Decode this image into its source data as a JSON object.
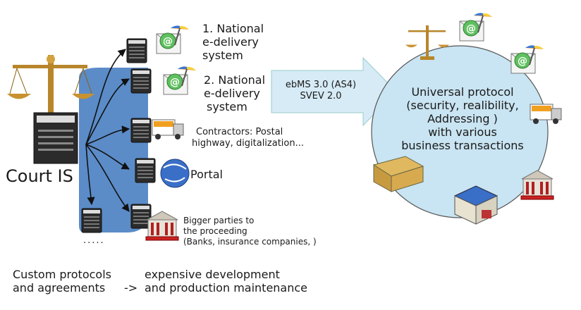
{
  "court": {
    "label": "Court IS"
  },
  "endpoints": {
    "national1": [
      "1. National",
      "e-delivery",
      "system"
    ],
    "national2": [
      "2. National",
      "e-delivery",
      "system"
    ],
    "contractors": [
      "Contractors: Postal",
      "highway, digitalization..."
    ],
    "portal": "Portal",
    "bigger_parties": [
      "Bigger parties to",
      "the proceeding",
      "(Banks, insurance companies, )"
    ],
    "ellipsis": "....."
  },
  "arrow": {
    "lines": [
      "ebMS 3.0 (AS4)",
      "SVEV 2.0"
    ]
  },
  "universal": {
    "lines": [
      "Universal protocol",
      "(security, realibility,",
      "Addressing )",
      "with various",
      "business transactions"
    ]
  },
  "footer": {
    "left": [
      "Custom protocols",
      "and agreements"
    ],
    "arrow": "->",
    "right": [
      "expensive development",
      "and production maintenance"
    ]
  },
  "colors": {
    "bus": "#5b8cc8",
    "circle": "#c9e4f2",
    "arrow": "#d6ebf5"
  },
  "icons": [
    "scales-icon",
    "server-icon",
    "email-icon",
    "truck-icon",
    "globe-icon",
    "bank-icon",
    "building-icon",
    "shop-icon"
  ]
}
